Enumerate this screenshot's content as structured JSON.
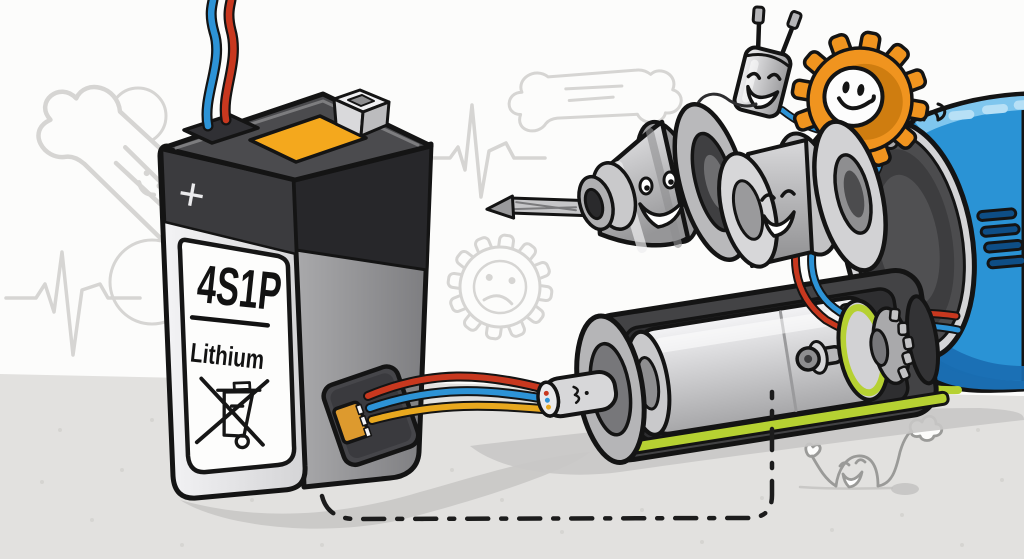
{
  "scene": {
    "title": "Cartoon cutaway illustration of a cordless drill exploded view powered by an external lithium battery pack"
  },
  "battery": {
    "polarity_label": "+",
    "model_label": "4S1P",
    "chemistry_label": "Lithium",
    "disposal_icon": "crossed-out-wheelie-bin-icon"
  },
  "faces": {
    "chuck": "happy",
    "bearing_spool": "happy",
    "capacitor": "happy",
    "drive_gear": "happy",
    "doodle_gear": "sad",
    "doodle_blob": "happy"
  },
  "colors": {
    "drill_body_blue": "#2a93d5",
    "drill_body_shade": "#1a6db1",
    "drill_body_highlight": "#7fc6ee",
    "gear_orange": "#f0941f",
    "gear_shadow_orange": "#cf7d10",
    "cut_edge_green": "#b6d132",
    "wire_red": "#c8381f",
    "wire_blue": "#2d93d6",
    "wire_orange": "#e8a81f",
    "battery_pad_orange": "#f4a81d",
    "outline": "#141414",
    "floor": "#e2e1df",
    "doodle_gray": "#d6d5d3"
  }
}
